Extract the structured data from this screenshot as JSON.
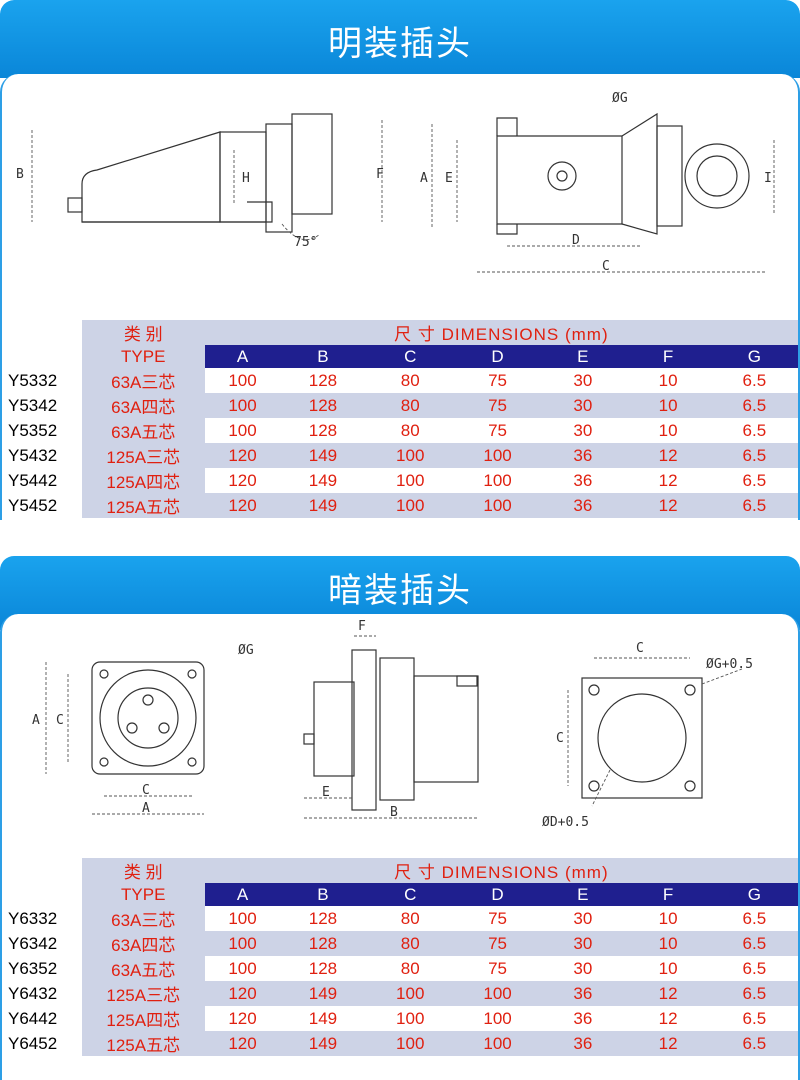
{
  "section1": {
    "title": "明装插头",
    "drawing_labels": {
      "left": [
        "B",
        "H",
        "F",
        "75°"
      ],
      "right": [
        "ØG",
        "A",
        "E",
        "I",
        "D",
        "C"
      ]
    },
    "table": {
      "type_head_cn": "类 别",
      "type_head_en": "TYPE",
      "dim_head": "尺 寸 DIMENSIONS (mm)",
      "columns": [
        "A",
        "B",
        "C",
        "D",
        "E",
        "F",
        "G"
      ],
      "rows": [
        {
          "model": "Y5332",
          "type": "63A三芯",
          "values": [
            "100",
            "128",
            "80",
            "75",
            "30",
            "10",
            "6.5"
          ]
        },
        {
          "model": "Y5342",
          "type": "63A四芯",
          "values": [
            "100",
            "128",
            "80",
            "75",
            "30",
            "10",
            "6.5"
          ]
        },
        {
          "model": "Y5352",
          "type": "63A五芯",
          "values": [
            "100",
            "128",
            "80",
            "75",
            "30",
            "10",
            "6.5"
          ]
        },
        {
          "model": "Y5432",
          "type": "125A三芯",
          "values": [
            "120",
            "149",
            "100",
            "100",
            "36",
            "12",
            "6.5"
          ]
        },
        {
          "model": "Y5442",
          "type": "125A四芯",
          "values": [
            "120",
            "149",
            "100",
            "100",
            "36",
            "12",
            "6.5"
          ]
        },
        {
          "model": "Y5452",
          "type": "125A五芯",
          "values": [
            "120",
            "149",
            "100",
            "100",
            "36",
            "12",
            "6.5"
          ]
        }
      ]
    }
  },
  "section2": {
    "title": "暗装插头",
    "drawing_labels": {
      "left": [
        "ØG",
        "A",
        "C",
        "C",
        "A"
      ],
      "middle": [
        "F",
        "E",
        "B"
      ],
      "right": [
        "C",
        "ØG+0.5",
        "C",
        "ØD+0.5"
      ]
    },
    "table": {
      "type_head_cn": "类 别",
      "type_head_en": "TYPE",
      "dim_head": "尺 寸 DIMENSIONS (mm)",
      "columns": [
        "A",
        "B",
        "C",
        "D",
        "E",
        "F",
        "G"
      ],
      "rows": [
        {
          "model": "Y6332",
          "type": "63A三芯",
          "values": [
            "100",
            "128",
            "80",
            "75",
            "30",
            "10",
            "6.5"
          ]
        },
        {
          "model": "Y6342",
          "type": "63A四芯",
          "values": [
            "100",
            "128",
            "80",
            "75",
            "30",
            "10",
            "6.5"
          ]
        },
        {
          "model": "Y6352",
          "type": "63A五芯",
          "values": [
            "100",
            "128",
            "80",
            "75",
            "30",
            "10",
            "6.5"
          ]
        },
        {
          "model": "Y6432",
          "type": "125A三芯",
          "values": [
            "120",
            "149",
            "100",
            "100",
            "36",
            "12",
            "6.5"
          ]
        },
        {
          "model": "Y6442",
          "type": "125A四芯",
          "values": [
            "120",
            "149",
            "100",
            "100",
            "36",
            "12",
            "6.5"
          ]
        },
        {
          "model": "Y6452",
          "type": "125A五芯",
          "values": [
            "120",
            "149",
            "100",
            "100",
            "36",
            "12",
            "6.5"
          ]
        }
      ]
    }
  }
}
